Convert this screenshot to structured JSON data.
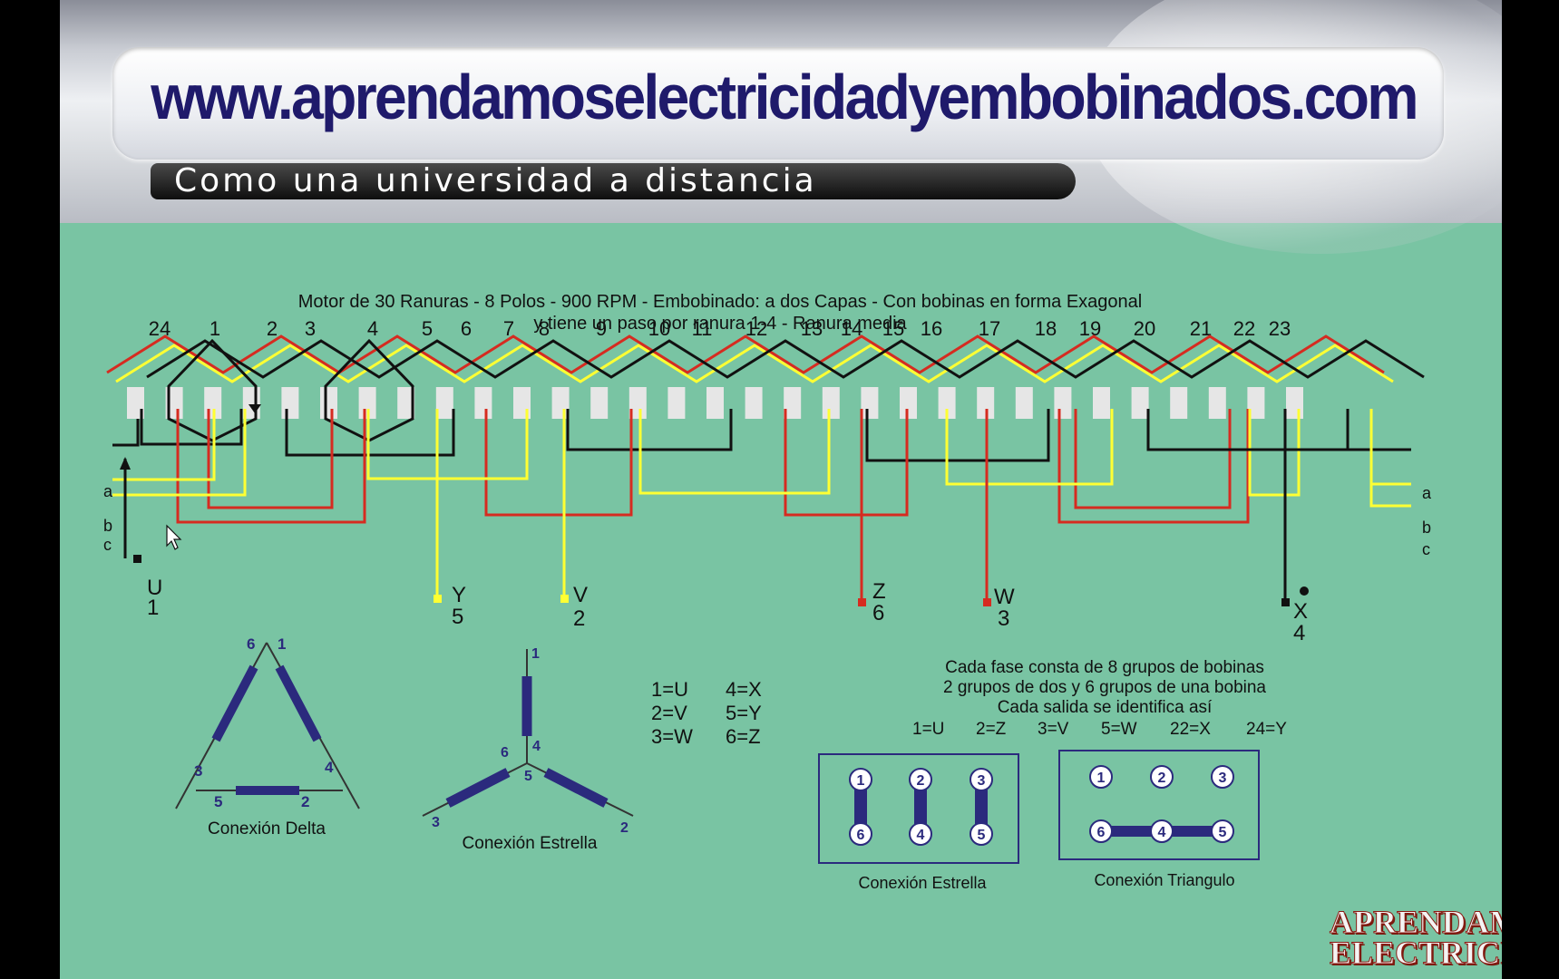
{
  "header": {
    "website_url": "www.aprendamoselectricidadyembobinados.com",
    "slogan": "Como una universidad a distancia"
  },
  "diagram": {
    "title_line1": "Motor de 30 Ranuras - 8 Polos - 900 RPM - Embobinado: a dos Capas - Con bobinas en forma Exagonal",
    "title_line2": "y tiene un paso por ranura 1-4 - Ranura media",
    "slot_numbers": [
      "24",
      "1",
      "2",
      "3",
      "4",
      "5",
      "6",
      "7",
      "8",
      "9",
      "10",
      "11",
      "12",
      "13",
      "14",
      "15",
      "16",
      "17",
      "18",
      "19",
      "20",
      "21",
      "22",
      "23"
    ],
    "left_lines": {
      "a": "a",
      "b": "b",
      "c": "c"
    },
    "right_lines": {
      "a": "a",
      "b": "b",
      "c": "c"
    },
    "terminals": [
      {
        "letter": "U",
        "number": "1",
        "color": "#111111"
      },
      {
        "letter": "Y",
        "number": "5",
        "color": "#ffff33"
      },
      {
        "letter": "V",
        "number": "2",
        "color": "#ffff33"
      },
      {
        "letter": "Z",
        "number": "6",
        "color": "#d62b20"
      },
      {
        "letter": "W",
        "number": "3",
        "color": "#d62b20"
      },
      {
        "letter": "X",
        "number": "4",
        "color": "#111111"
      }
    ],
    "wire_colors": {
      "phase_black": "#111111",
      "phase_red": "#d62b20",
      "phase_yellow": "#ffff33"
    }
  },
  "delta_connection": {
    "label": "Conexión Delta",
    "terminals": [
      "6",
      "1",
      "3",
      "4",
      "5",
      "2"
    ]
  },
  "star_connection": {
    "label": "Conexión Estrella",
    "terminals": [
      "1",
      "6",
      "4",
      "5",
      "3",
      "2"
    ]
  },
  "equivalence_list": [
    "1=U",
    "4=X",
    "2=V",
    "5=Y",
    "3=W",
    "6=Z"
  ],
  "phase_notes": {
    "line1": "Cada fase consta de 8 grupos de bobinas",
    "line2": "2 grupos de dos y 6 grupos de una bobina",
    "line3": "Cada salida se identifica así",
    "identifiers": [
      "1=U",
      "2=Z",
      "3=V",
      "5=W",
      "22=X",
      "24=Y"
    ]
  },
  "terminal_board_star": {
    "label": "Conexión Estrella",
    "top": [
      "1",
      "2",
      "3"
    ],
    "bottom": [
      "6",
      "4",
      "5"
    ]
  },
  "terminal_board_triangle": {
    "label": "Conexión Triangulo",
    "top": [
      "1",
      "2",
      "3"
    ],
    "bottom": [
      "6",
      "4",
      "5"
    ]
  },
  "watermark": {
    "line1": "APRENDAMOS",
    "line2": "ELECTRICIDAD"
  },
  "colors": {
    "background": "#79c4a3",
    "board_blue": "#2b2a7d",
    "url_blue": "#1f1a6b"
  }
}
